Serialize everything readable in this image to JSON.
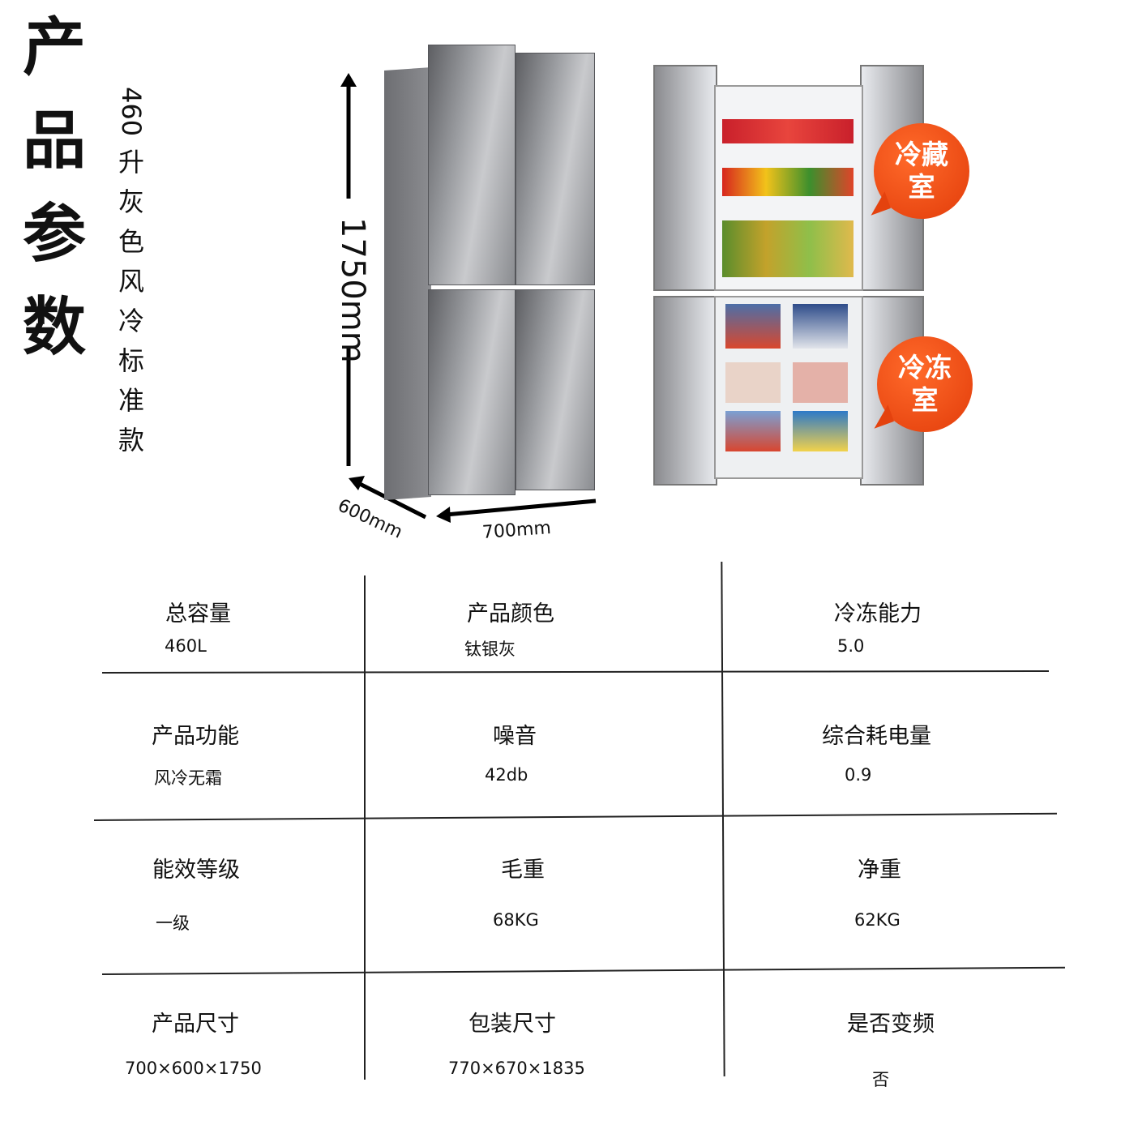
{
  "title": [
    "产",
    "品",
    "参",
    "数"
  ],
  "subtitle": {
    "number": "460",
    "chars": [
      "升",
      "灰",
      "色",
      "风",
      "冷",
      "标",
      "准",
      "款"
    ]
  },
  "dimensions": {
    "height": "1750mm",
    "depth": "600mm",
    "width": "700mm"
  },
  "badges": {
    "fridge": [
      "冷藏",
      "室"
    ],
    "freezer": [
      "冷冻",
      "室"
    ]
  },
  "colors": {
    "badge": "#e8470f",
    "line": "#222222"
  },
  "specs": [
    {
      "label": "总容量",
      "value": "460L"
    },
    {
      "label": "产品颜色",
      "value": "钛银灰"
    },
    {
      "label": "冷冻能力",
      "value": "5.0"
    },
    {
      "label": "产品功能",
      "value": "风冷无霜"
    },
    {
      "label": "噪音",
      "value": "42db"
    },
    {
      "label": "综合耗电量",
      "value": "0.9"
    },
    {
      "label": "能效等级",
      "value": "一级"
    },
    {
      "label": "毛重",
      "value": "68KG"
    },
    {
      "label": "净重",
      "value": "62KG"
    },
    {
      "label": "产品尺寸",
      "value": "700×600×1750"
    },
    {
      "label": "包装尺寸",
      "value": "770×670×1835"
    },
    {
      "label": "是否变频",
      "value": "否"
    }
  ]
}
